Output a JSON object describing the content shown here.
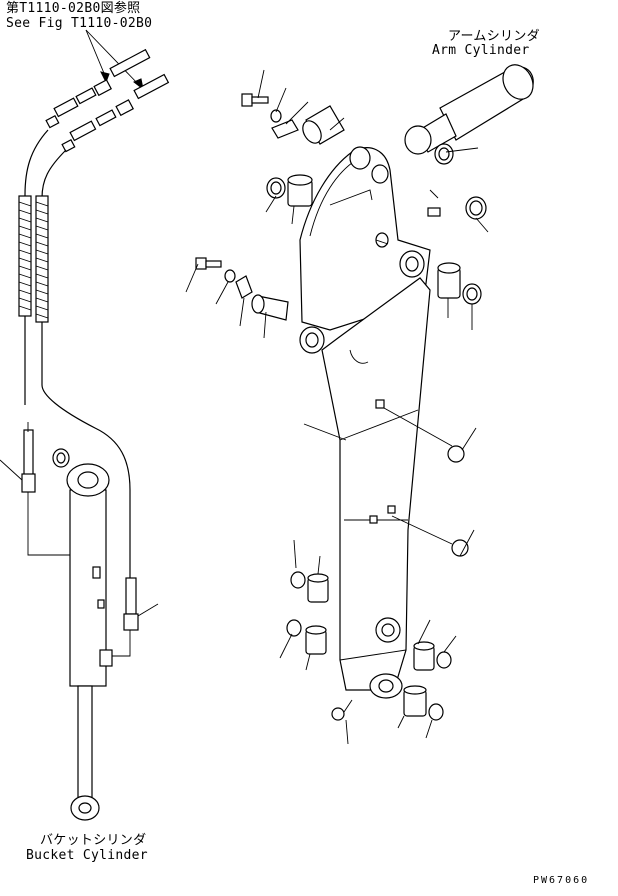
{
  "reference": {
    "japanese": "第T1110-02B0図参照",
    "english": "See Fig T1110-02B0"
  },
  "arm_cylinder": {
    "japanese": "アームシリンダ",
    "english": "Arm Cylinder"
  },
  "bucket_cylinder": {
    "japanese": "バケットシリンダ",
    "english": "Bucket Cylinder"
  },
  "picture_code": "PW67060"
}
